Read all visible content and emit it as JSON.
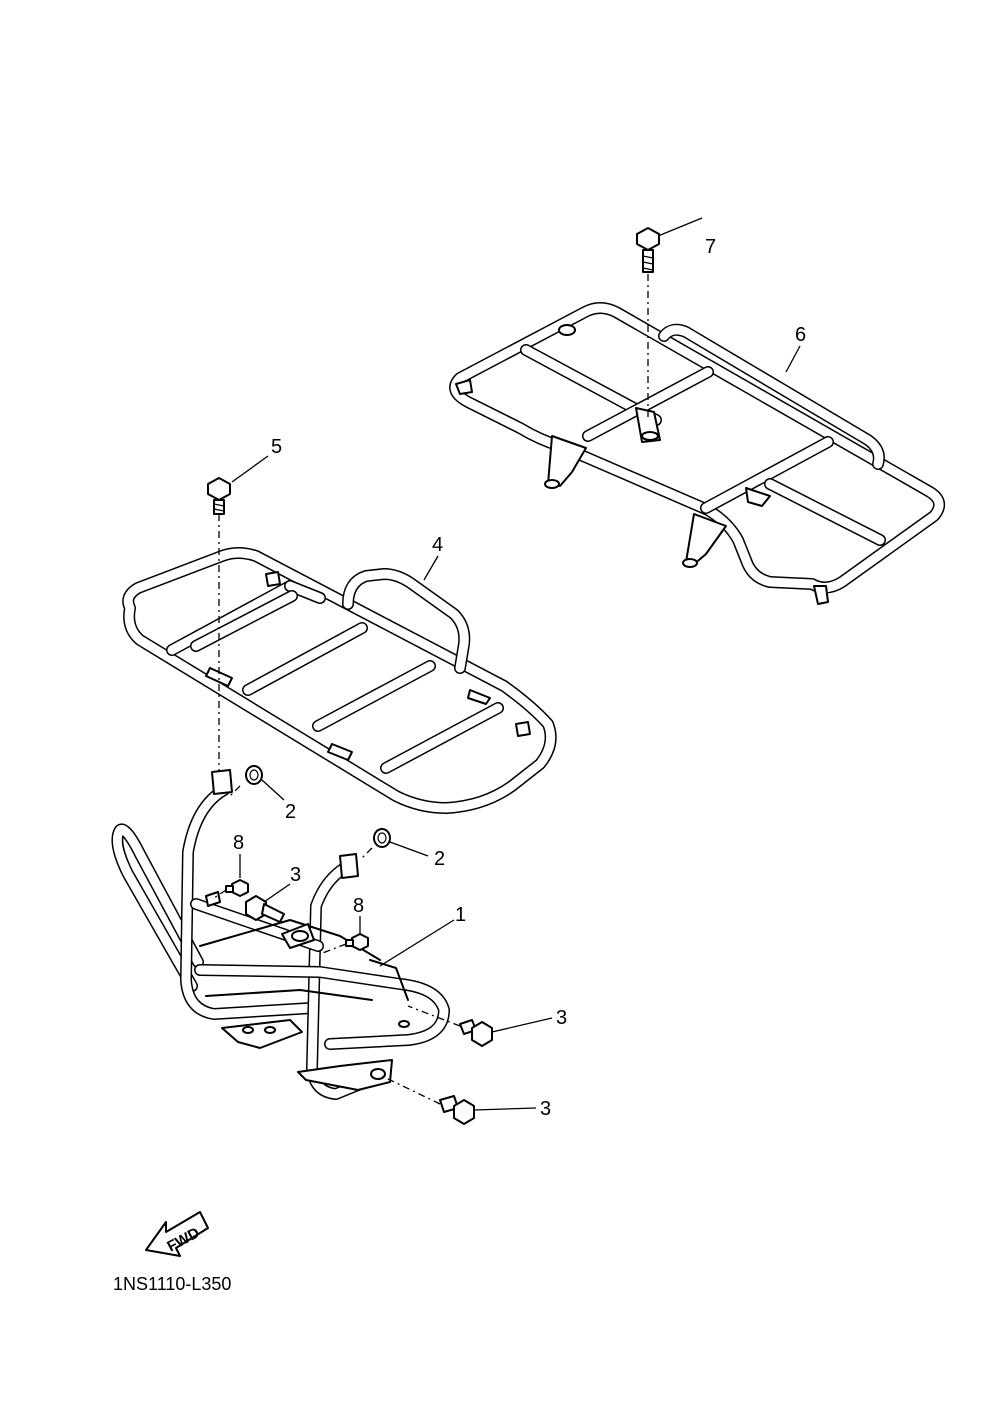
{
  "callouts": {
    "c1": "1",
    "c2a": "2",
    "c2b": "2",
    "c3a": "3",
    "c3b": "3",
    "c3c": "3",
    "c4": "4",
    "c5": "5",
    "c6": "6",
    "c7": "7",
    "c8a": "8",
    "c8b": "8"
  },
  "fwd_label": "FWD",
  "diagram_code": "1NS1110-L350"
}
